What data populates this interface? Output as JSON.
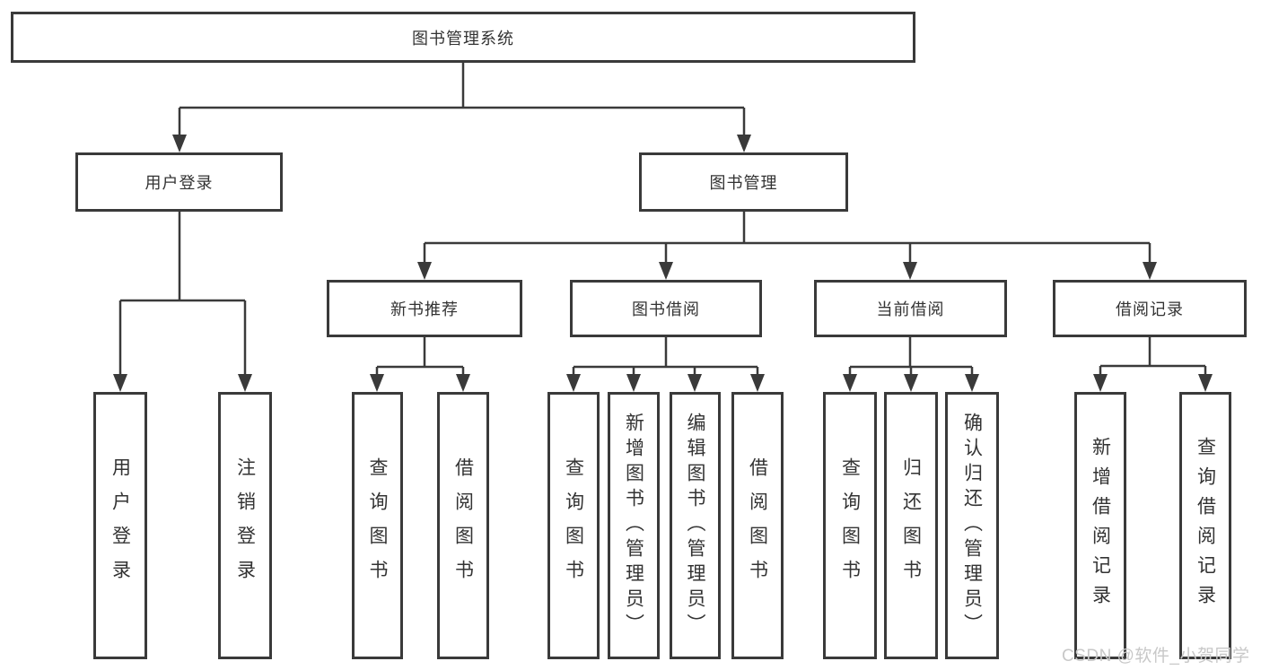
{
  "diagram": {
    "root": {
      "label": "图书管理系统"
    },
    "branches": [
      {
        "label": "用户登录",
        "children": [
          "用户登录",
          "注销登录"
        ]
      },
      {
        "label": "图书管理",
        "children": [
          {
            "label": "新书推荐",
            "children": [
              "查询图书",
              "借阅图书"
            ]
          },
          {
            "label": "图书借阅",
            "children": [
              "查询图书",
              "新增图书（管理员）",
              "编辑图书（管理员）",
              "借阅图书"
            ]
          },
          {
            "label": "当前借阅",
            "children": [
              "查询图书",
              "归还图书",
              "确认归还（管理员）"
            ]
          },
          {
            "label": "借阅记录",
            "children": [
              "新增借阅记录",
              "查询借阅记录"
            ]
          }
        ]
      }
    ]
  },
  "watermark": "CSDN @软件_小贺同学",
  "colors": {
    "line": "#3a3a3a",
    "text": "#333333",
    "watermark": "#c8c8c8",
    "background": "#ffffff"
  }
}
